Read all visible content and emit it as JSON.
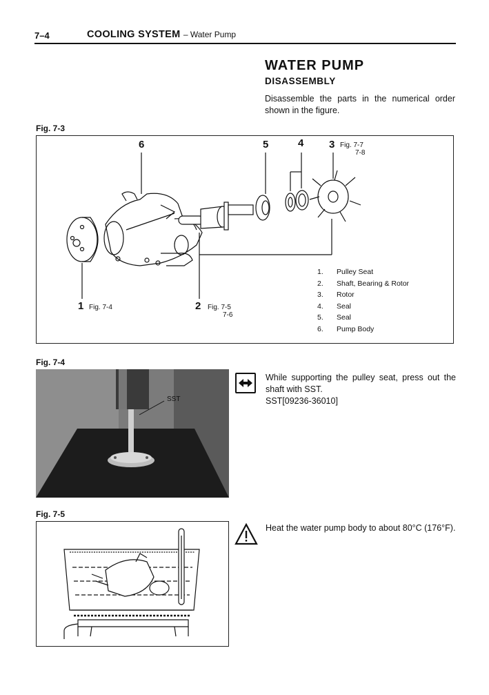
{
  "header": {
    "page": "7–4",
    "system": "COOLING SYSTEM",
    "section": "– Water Pump"
  },
  "title": "WATER PUMP",
  "subtitle": "DISASSEMBLY",
  "intro": "Disassemble the parts in the numerical order shown in the figure.",
  "fig3": {
    "label": "Fig. 7-3",
    "callouts": {
      "n6": "6",
      "n5": "5",
      "n4": "4",
      "n3": "3",
      "n3_ref1": "Fig. 7-7",
      "n3_ref2": "7-8",
      "n1": "1",
      "n1_ref": "Fig. 7-4",
      "n2": "2",
      "n2_ref1": "Fig. 7-5",
      "n2_ref2": "7-6"
    },
    "legend": [
      {
        "n": "1.",
        "text": "Pulley Seat"
      },
      {
        "n": "2.",
        "text": "Shaft, Bearing & Rotor"
      },
      {
        "n": "3.",
        "text": "Rotor"
      },
      {
        "n": "4.",
        "text": "Seal"
      },
      {
        "n": "5.",
        "text": "Seal"
      },
      {
        "n": "6.",
        "text": "Pump Body"
      }
    ]
  },
  "fig4": {
    "label": "Fig. 7-4",
    "photo_label": "SST",
    "text1": "While supporting the pulley seat, press out the shaft with SST.",
    "text2": "SST[09236-36010]"
  },
  "fig5": {
    "label": "Fig. 7-5",
    "text": "Heat the water pump body to about 80°C (176°F)."
  }
}
